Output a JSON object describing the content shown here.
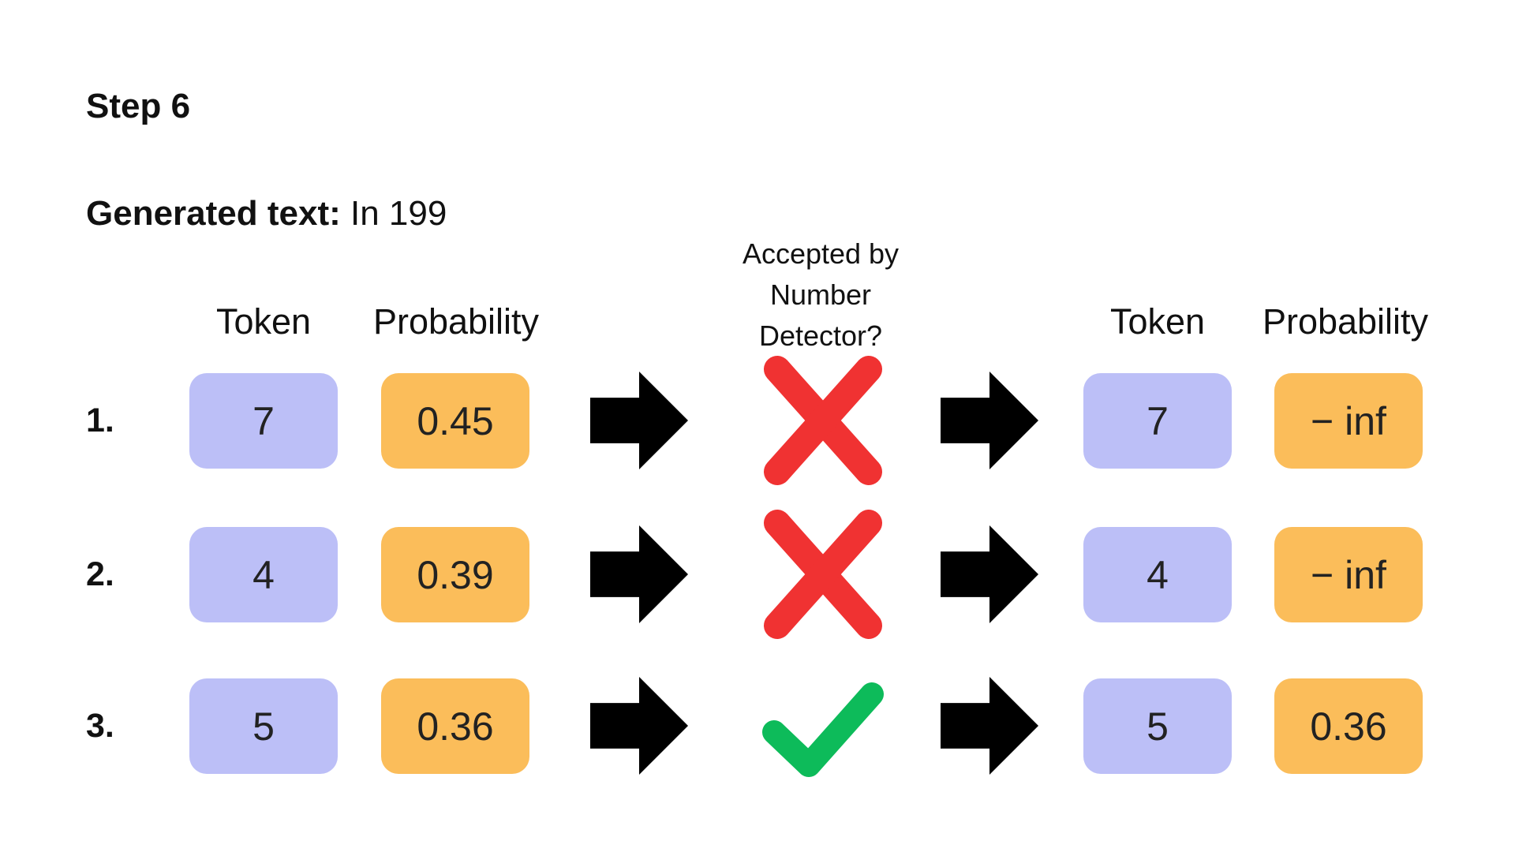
{
  "title": "Step 6",
  "generated": {
    "label": "Generated text:",
    "value": "In 199"
  },
  "headers": {
    "left_token": "Token",
    "left_probability": "Probability",
    "detector": [
      "Accepted by",
      "Number",
      "Detector?"
    ],
    "right_token": "Token",
    "right_probability": "Probability"
  },
  "rows": [
    {
      "index": "1.",
      "token": "7",
      "probability": "0.45",
      "accepted": false,
      "out_token": "7",
      "out_probability": "− inf"
    },
    {
      "index": "2.",
      "token": "4",
      "probability": "0.39",
      "accepted": false,
      "out_token": "4",
      "out_probability": "− inf"
    },
    {
      "index": "3.",
      "token": "5",
      "probability": "0.36",
      "accepted": true,
      "out_token": "5",
      "out_probability": "0.36"
    }
  ],
  "colors": {
    "token_box": "#bcbff7",
    "probability_box": "#fbbd5a",
    "reject": "#f03232",
    "accept": "#0dbb5a",
    "arrow": "#000000"
  },
  "icons": {
    "reject": "x-icon",
    "accept": "checkmark-icon",
    "flow": "right-arrow-icon"
  }
}
